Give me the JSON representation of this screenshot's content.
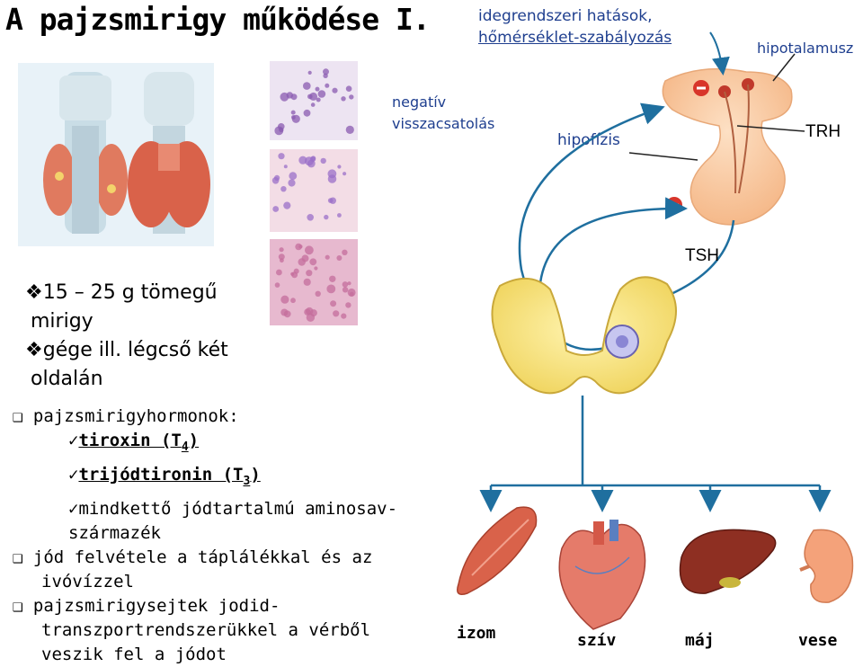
{
  "title": "A pajzsmirigy működése I.",
  "colors": {
    "arrow": "#1f6f9f",
    "gland": "#f6e27a",
    "label_blue": "#1f3f8f",
    "hypothalamus": "#f8c89a"
  },
  "labels": {
    "idegrendszeri_1": "idegrendszeri hatások,",
    "idegrendszeri_2": "hőmérséklet-szabályozás",
    "hipotalamusz": "hipotalamusz",
    "negativ_1": "negatív",
    "negativ_2": "visszacsatolás",
    "hipofizis": "hipofízis",
    "trh": "TRH",
    "tsh": "TSH",
    "minus": "−"
  },
  "facts": {
    "item1_a": "15 – 25 g tömegű",
    "item1_b": "mirigy",
    "item2_a": "gége ill. légcső két",
    "item2_b": "oldalán"
  },
  "list": {
    "hormones": "pajzsmirigyhormonok:",
    "tiroxin": "tiroxin (T",
    "tiroxin_sub": "4",
    "trijod": "trijódtironin (T",
    "trijod_sub": "3",
    "close": ")",
    "mindketto_a": "mindkettő jódtartalmú aminosav-",
    "mindketto_b": "származék",
    "jod_a": "jód felvétele a táplálékkal és az",
    "jod_b": "ivóvízzel",
    "sejtek_a": "pajzsmirigysejtek jodid-",
    "sejtek_b": "transzportrendszerükkel a vérből",
    "sejtek_c": "veszik fel a jódot"
  },
  "organs": {
    "izom": "izom",
    "sziv": "szív",
    "maj": "máj",
    "vese": "vese"
  }
}
